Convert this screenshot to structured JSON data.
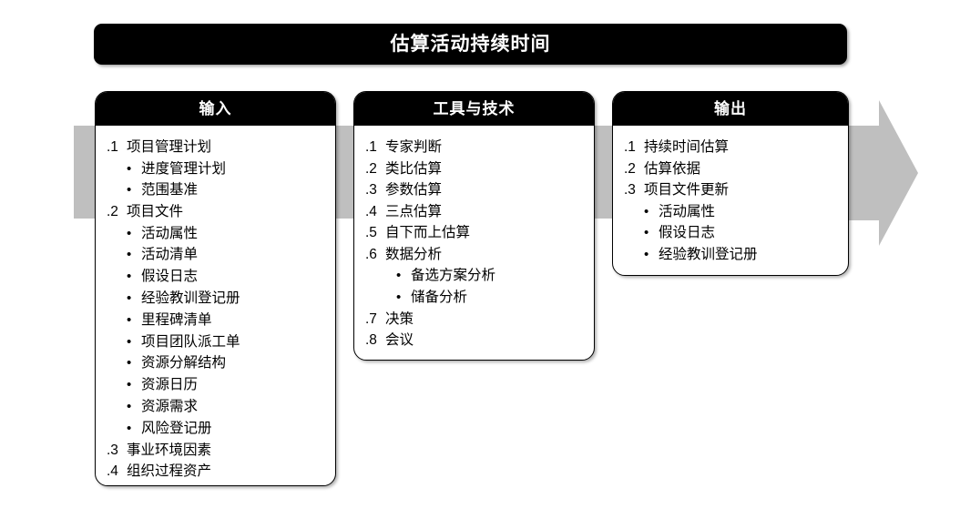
{
  "title": {
    "text": "估算活动持续时间"
  },
  "colors": {
    "header_bg": "#000000",
    "header_text": "#ffffff",
    "flow_gray": "#bfbfbf",
    "box_bg": "#ffffff",
    "box_border": "#000000"
  },
  "icons": {
    "bullet": "•",
    "flow_arrow": "flow-arrow-right-icon"
  },
  "boxes": [
    {
      "id": "inputs",
      "header": "输入",
      "items": [
        {
          "type": "numbered",
          "num": ".1",
          "label": "项目管理计划"
        },
        {
          "type": "bullet",
          "label": "进度管理计划"
        },
        {
          "type": "bullet",
          "label": "范围基准"
        },
        {
          "type": "numbered",
          "num": ".2",
          "label": "项目文件"
        },
        {
          "type": "bullet",
          "label": "活动属性"
        },
        {
          "type": "bullet",
          "label": "活动清单"
        },
        {
          "type": "bullet",
          "label": "假设日志"
        },
        {
          "type": "bullet",
          "label": "经验教训登记册"
        },
        {
          "type": "bullet",
          "label": "里程碑清单"
        },
        {
          "type": "bullet",
          "label": "项目团队派工单"
        },
        {
          "type": "bullet",
          "label": "资源分解结构"
        },
        {
          "type": "bullet",
          "label": "资源日历"
        },
        {
          "type": "bullet",
          "label": "资源需求"
        },
        {
          "type": "bullet",
          "label": "风险登记册"
        },
        {
          "type": "numbered",
          "num": ".3",
          "label": "事业环境因素"
        },
        {
          "type": "numbered",
          "num": ".4",
          "label": "组织过程资产"
        }
      ]
    },
    {
      "id": "tools",
      "header": "工具与技术",
      "items": [
        {
          "type": "numbered",
          "num": ".1",
          "label": "专家判断"
        },
        {
          "type": "numbered",
          "num": ".2",
          "label": "类比估算"
        },
        {
          "type": "numbered",
          "num": ".3",
          "label": "参数估算"
        },
        {
          "type": "numbered",
          "num": ".4",
          "label": "三点估算"
        },
        {
          "type": "numbered",
          "num": ".5",
          "label": "自下而上估算"
        },
        {
          "type": "numbered",
          "num": ".6",
          "label": "数据分析"
        },
        {
          "type": "sub-bullet",
          "label": "备选方案分析"
        },
        {
          "type": "sub-bullet",
          "label": "储备分析"
        },
        {
          "type": "numbered",
          "num": ".7",
          "label": "决策"
        },
        {
          "type": "numbered",
          "num": ".8",
          "label": "会议"
        }
      ]
    },
    {
      "id": "outputs",
      "header": "输出",
      "items": [
        {
          "type": "numbered",
          "num": ".1",
          "label": "持续时间估算"
        },
        {
          "type": "numbered",
          "num": ".2",
          "label": "估算依据"
        },
        {
          "type": "numbered",
          "num": ".3",
          "label": "项目文件更新"
        },
        {
          "type": "bullet",
          "label": "活动属性"
        },
        {
          "type": "bullet",
          "label": "假设日志"
        },
        {
          "type": "bullet",
          "label": "经验教训登记册"
        }
      ]
    }
  ]
}
